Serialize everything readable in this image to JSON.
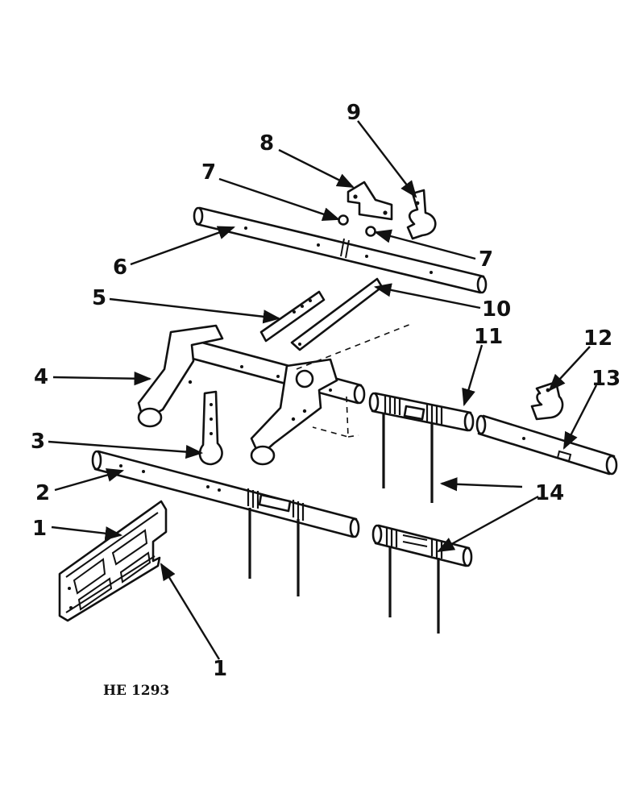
{
  "callouts": {
    "c1a": "1",
    "c1b": "1",
    "c2": "2",
    "c3": "3",
    "c4": "4",
    "c5": "5",
    "c6": "6",
    "c7a": "7",
    "c7b": "7",
    "c8": "8",
    "c9": "9",
    "c10": "10",
    "c11": "11",
    "c12": "12",
    "c13": "13",
    "c14": "14"
  },
  "drawing_code": "HE 1293"
}
